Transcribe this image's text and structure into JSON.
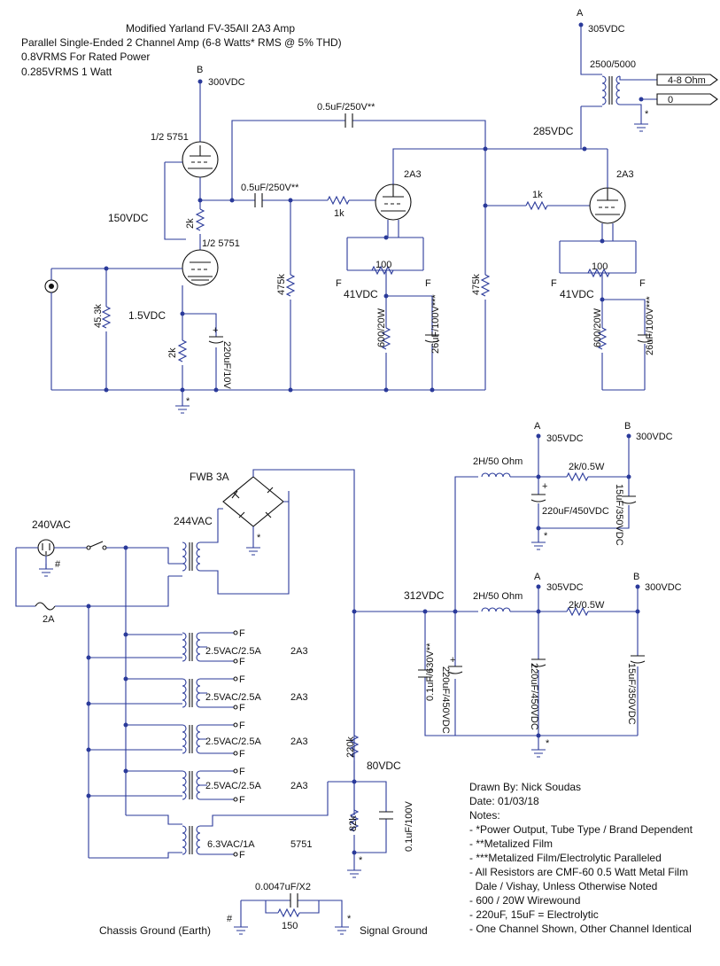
{
  "header": {
    "title": "Modified Yarland FV-35AII 2A3 Amp",
    "subtitle": "Parallel Single-Ended 2 Channel Amp  (6-8 Watts* RMS @ 5% THD)",
    "line3": "0.8VRMS For Rated Power",
    "line4": "0.285VRMS 1 Watt"
  },
  "amp": {
    "node_b": "B",
    "b_volt": "300VDC",
    "node_a": "A",
    "a_volt": "305VDC",
    "v1_upper": "1/2 5751",
    "v1_lower": "1/2 5751",
    "v150": "150VDC",
    "r2k_mid": "2k",
    "v1_5": "1.5VDC",
    "r45k": "45.3k",
    "r2k_cath": "2k",
    "c220_10": "220uF/10V",
    "c05_a": "0.5uF/250V**",
    "c05_b": "0.5uF/250V**",
    "r475_a": "475k",
    "r475_b": "475k",
    "r1k_a": "1k",
    "r1k_b": "1k",
    "tube_2a3_a": "2A3",
    "tube_2a3_b": "2A3",
    "pot_a": "100",
    "pot_b": "100",
    "f": "F",
    "v41_a": "41VDC",
    "v41_b": "41VDC",
    "r600_a": "600/20W",
    "r600_b": "600/20W",
    "c26_a": "26uF/100V***",
    "c26_b": "26uF/100V***",
    "v285": "285VDC",
    "ot": "2500/5000",
    "out_ohm": "4-8  Ohm",
    "out_zero": "0",
    "star": "*"
  },
  "psu": {
    "fwb": "FWB 3A",
    "v240": "240VAC",
    "v244": "244VAC",
    "fuse": "2A",
    "hash": "#",
    "fil_label": "2.5VAC/2.5A",
    "fil_tube": "2A3",
    "htr_label": "6.3VAC/1A",
    "htr_tube": "5751",
    "v312": "312VDC",
    "choke_label": "2H/50 Ohm",
    "r2k05": "2k/0.5W",
    "c220_450": "220uF/450VDC",
    "c15_350": "15uF/350VDC",
    "c01_630": "0.1uF/630V**",
    "r220k": "220k",
    "v80": "80VDC",
    "r82k": "82k",
    "c01_100": "0.1uF/100V",
    "v305": "305VDC",
    "v300": "300VDC",
    "node_a": "A",
    "node_b": "B",
    "c0047": "0.0047uF/X2",
    "r150": "150",
    "chassis_gnd": "Chassis Ground (Earth)",
    "signal_gnd": "Signal Ground"
  },
  "notes": {
    "drawn_by": "Drawn By: Nick Soudas",
    "date": "Date: 01/03/18",
    "heading": "Notes:",
    "items": [
      "- *Power Output, Tube Type / Brand Dependent",
      "- **Metalized Film",
      "- ***Metalized Film/Electrolytic Paralleled",
      "- All Resistors are CMF-60 0.5 Watt Metal Film",
      "  Dale / Vishay, Unless Otherwise Noted",
      "- 600 / 20W Wirewound",
      "- 220uF, 15uF = Electrolytic",
      "- One Channel Shown, Other Channel Identical"
    ]
  },
  "colors": {
    "wire": "#2a3a9a",
    "ink": "#111111"
  }
}
